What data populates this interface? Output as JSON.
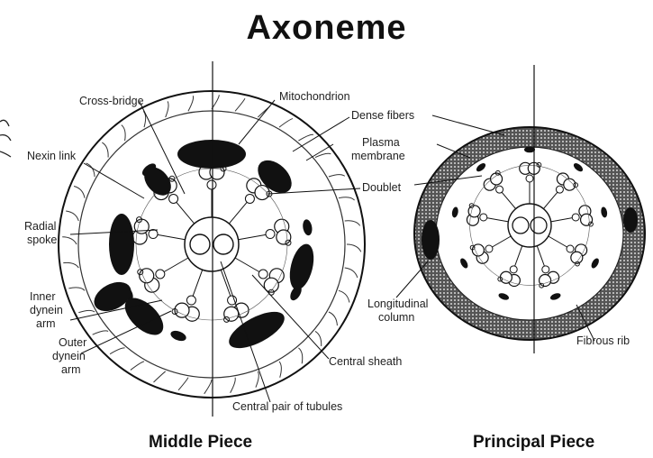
{
  "title": "Axoneme",
  "captions": {
    "middle": "Middle Piece",
    "principal": "Principal Piece"
  },
  "labels": {
    "cross_bridge": "Cross-bridge",
    "mitochondrion": "Mitochondrion",
    "dense_fibers": "Dense fibers",
    "plasma": "Plasma",
    "membrane": "membrane",
    "nexin_link": "Nexin link",
    "doublet": "Doublet",
    "radial": "Radial",
    "spoke": "spoke",
    "inner": "Inner",
    "dynein1": "dynein",
    "arm1": "arm",
    "outer": "Outer",
    "dynein2": "dynein",
    "arm2": "arm",
    "longitudinal": "Longitudinal",
    "column": "column",
    "central_sheath": "Central sheath",
    "central_pair": "Central pair of tubules",
    "fibrous_rib": "Fibrous rib"
  },
  "colors": {
    "ink": "#111111",
    "stipple": "#3a3a3a"
  }
}
